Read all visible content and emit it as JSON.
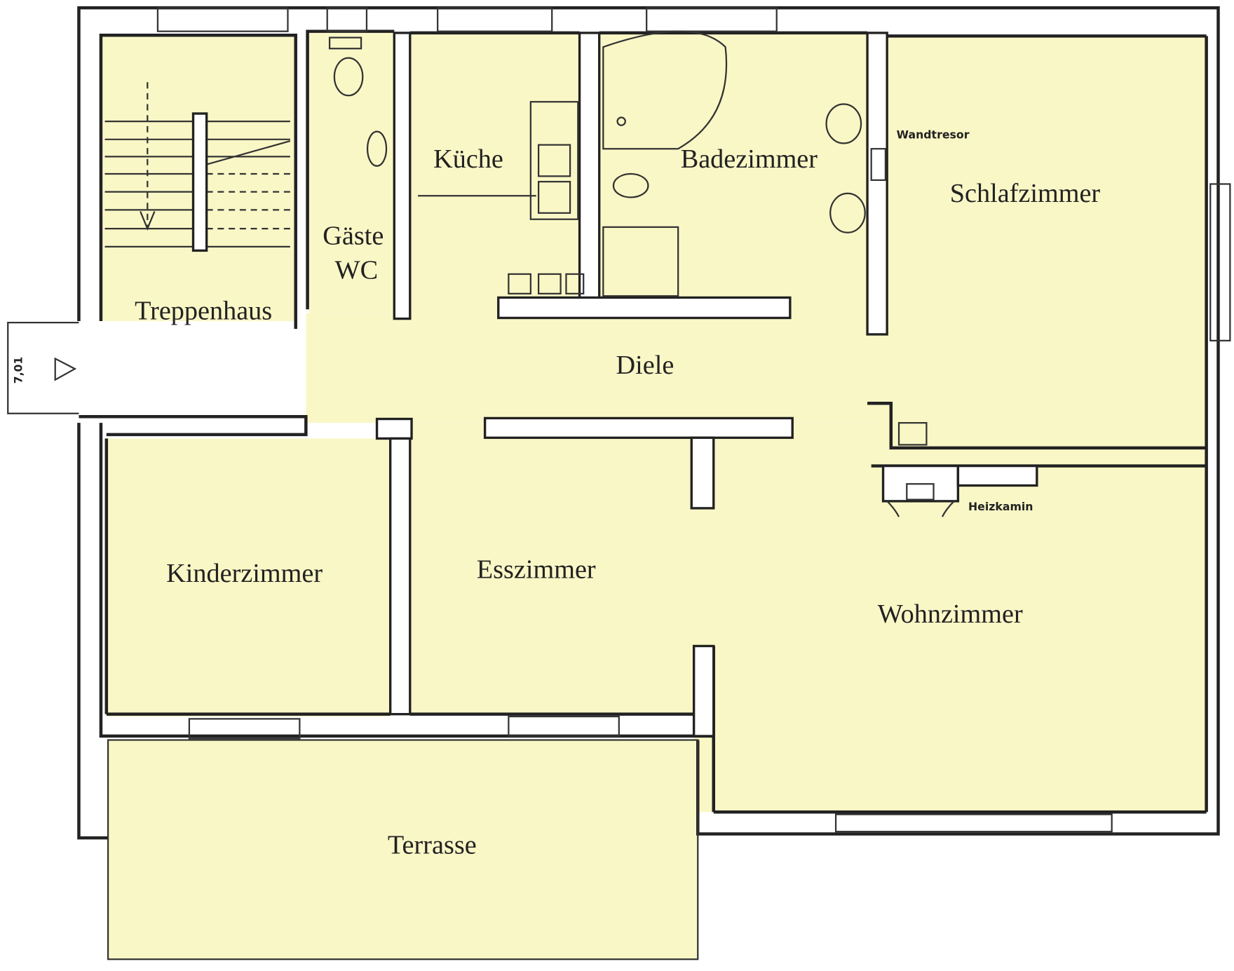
{
  "plan": {
    "rooms": {
      "treppenhaus": "Treppenhaus",
      "gaeste_wc_1": "Gäste",
      "gaeste_wc_2": "WC",
      "kueche": "Küche",
      "badezimmer": "Badezimmer",
      "schlafzimmer": "Schlafzimmer",
      "diele": "Diele",
      "kinderzimmer": "Kinderzimmer",
      "esszimmer": "Esszimmer",
      "wohnzimmer": "Wohnzimmer",
      "terrasse": "Terrasse"
    },
    "annotations": {
      "wandtresor": "Wandtresor",
      "heizkamin": "Heizkamin",
      "entrance_dimension": "7,01"
    },
    "colors": {
      "room_fill": "#f9f7c6",
      "wall": "#222222"
    }
  }
}
